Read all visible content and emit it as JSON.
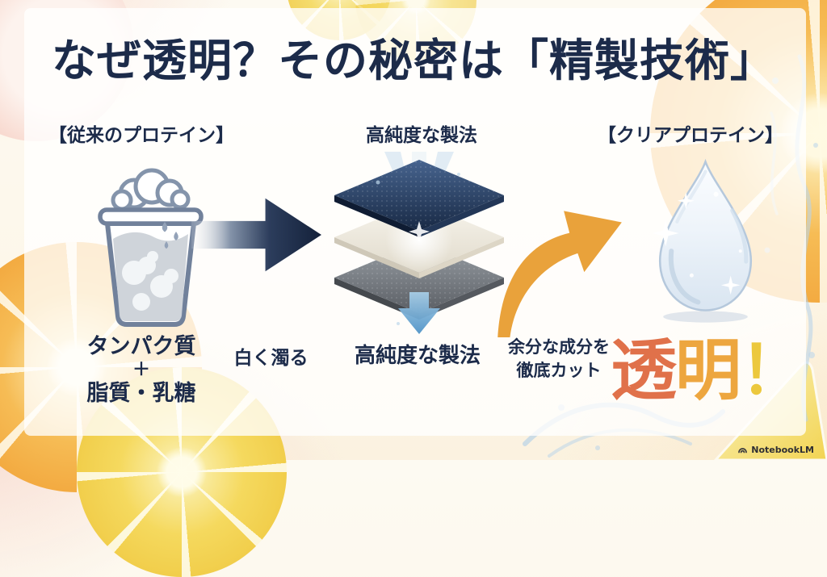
{
  "title": "なぜ透明？その秘密は「精製技術」",
  "stage_before": {
    "header": "【従来のプロテイン】",
    "ingredient_top": "タンパク質",
    "ingredient_plus": "＋",
    "ingredient_bottom": "脂質・乳糖",
    "note": "白く濁る"
  },
  "stage_process": {
    "header": "高純度な製法",
    "label": "高純度な製法"
  },
  "stage_after": {
    "header": "【クリアプロテイン】",
    "note_line1": "余分な成分を",
    "note_line2": "徹底カット",
    "result": {
      "char1": "透",
      "char2": "明",
      "char3": "！"
    }
  },
  "branding": {
    "name": "NotebookLM"
  },
  "colors": {
    "navy": "#1c2b4a",
    "accent_orange": "#e9a23b",
    "filter_arrow_blue": "#5a9bcb",
    "result_char_colors": [
      "#e0714a",
      "#eda63f",
      "#ecc83d"
    ]
  },
  "icons": {
    "before": "cloudy-protein-cup-icon",
    "flow": "block-arrow-right-icon",
    "process": "filter-stack-icon",
    "flow2": "curved-arrow-icon",
    "after": "water-drop-icon",
    "logo": "notebooklm-logo-icon"
  }
}
